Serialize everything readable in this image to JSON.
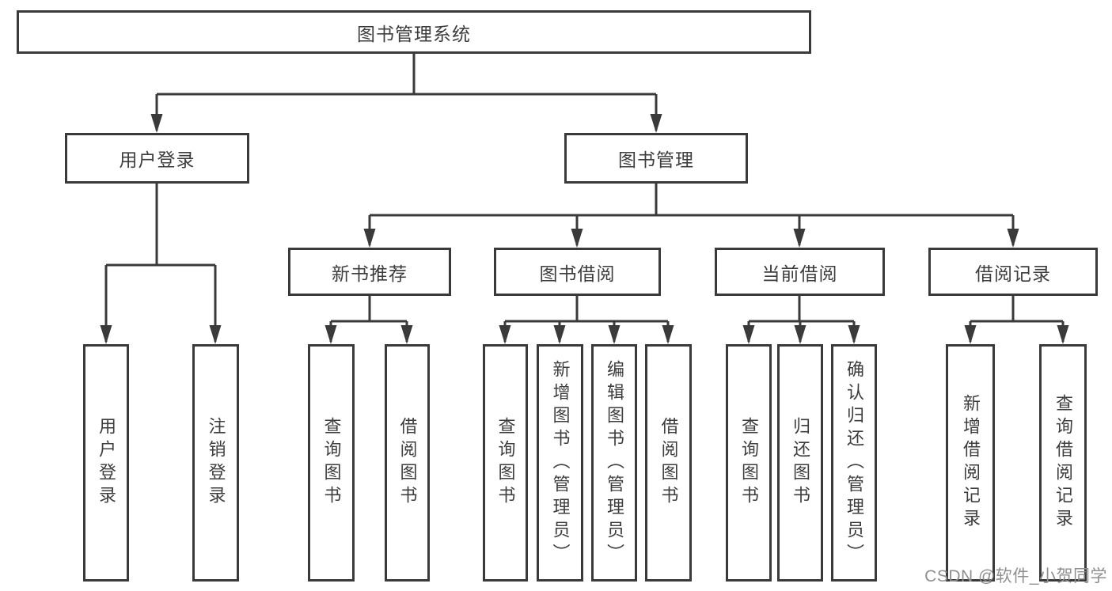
{
  "diagram": {
    "title": "图书管理系统",
    "root": {
      "label": "图书管理系统"
    },
    "level2": [
      {
        "label": "用户登录"
      },
      {
        "label": "图书管理"
      }
    ],
    "level3": [
      {
        "label": "新书推荐"
      },
      {
        "label": "图书借阅"
      },
      {
        "label": "当前借阅"
      },
      {
        "label": "借阅记录"
      }
    ],
    "leaves": [
      {
        "label": "用户登录"
      },
      {
        "label": "注销登录"
      },
      {
        "label": "查询图书"
      },
      {
        "label": "借阅图书"
      },
      {
        "label": "查询图书"
      },
      {
        "label": "新增图书（管理员）"
      },
      {
        "label": "编辑图书（管理员）"
      },
      {
        "label": "借阅图书"
      },
      {
        "label": "查询图书"
      },
      {
        "label": "归还图书"
      },
      {
        "label": "确认归还（管理员）"
      },
      {
        "label": "新增借阅记录"
      },
      {
        "label": "查询借阅记录"
      }
    ],
    "colors": {
      "line": "#3a3a3a",
      "text": "#3d3d3d",
      "background": "#ffffff",
      "watermark": "#8f8f8f"
    }
  },
  "watermark": {
    "text": "CSDN @软件_小贺同学"
  }
}
